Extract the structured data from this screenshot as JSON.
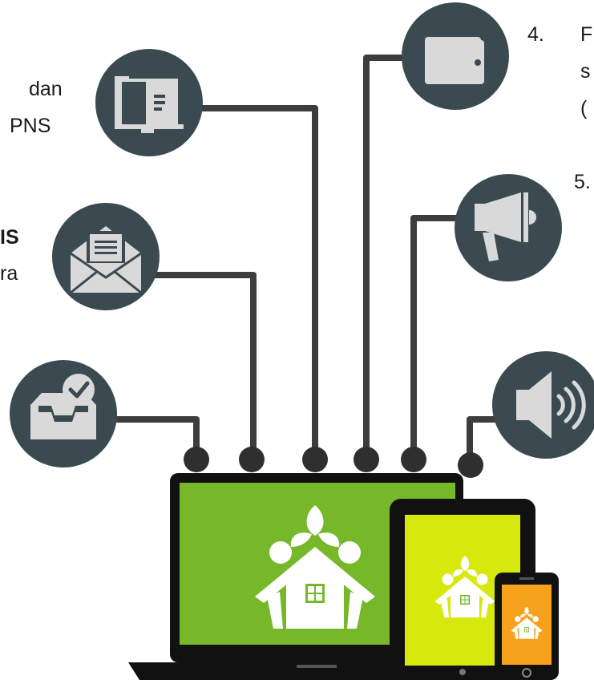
{
  "text_fragments": {
    "left_dan": "dan",
    "left_pns": "PNS",
    "left_bold_is": "IS",
    "left_ra": "ra",
    "right_num4": "4.",
    "right_f": "F",
    "right_s": "s",
    "right_paren": "(",
    "right_num5": "5."
  },
  "icons": [
    {
      "name": "book-icon"
    },
    {
      "name": "wallet-icon"
    },
    {
      "name": "megaphone-icon"
    },
    {
      "name": "envelope-icon"
    },
    {
      "name": "inbox-check-icon"
    },
    {
      "name": "speaker-volume-icon"
    },
    {
      "name": "home-family-logo-icon"
    }
  ],
  "colors": {
    "icon_circle": "#3b4a51",
    "icon_glyph": "#d9d9d9",
    "connector": "#3d3d3d",
    "device_frame": "#111111",
    "laptop_screen": "#76b82a",
    "tablet_screen": "#d7e80c",
    "phone_screen": "#f7a21d",
    "logo": "#ffffff"
  }
}
